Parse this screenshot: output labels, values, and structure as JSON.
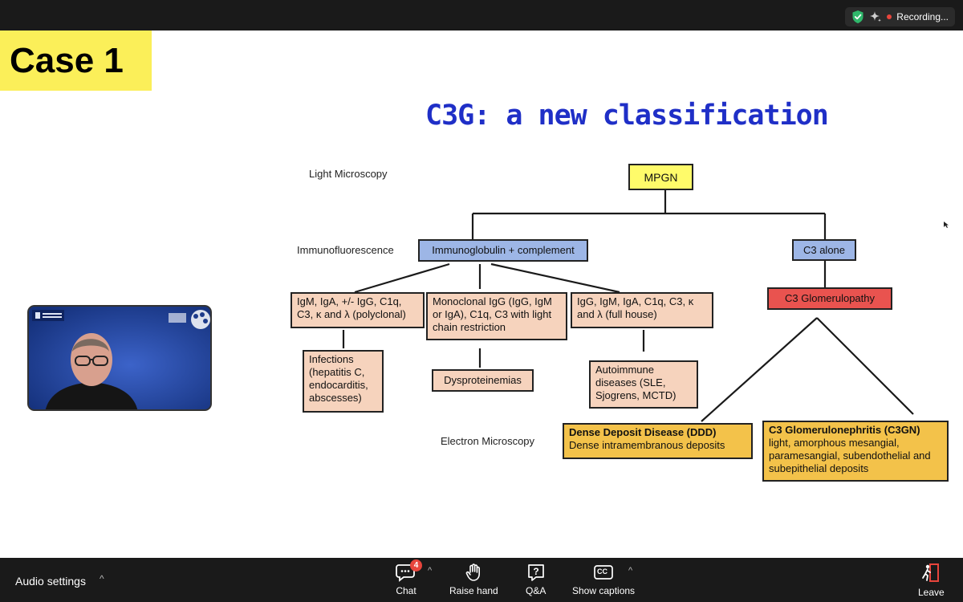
{
  "topbar": {
    "recording_text": "Recording...",
    "icons": [
      "shield-check-icon",
      "sparkle-icon",
      "recording-dot-icon"
    ],
    "colors": {
      "shield": "#2fb86b",
      "rec_dot": "#e8453c"
    }
  },
  "slide": {
    "case_label": "Case 1",
    "title": "C3G: a new classification",
    "levels": {
      "light": "Light Microscopy",
      "immuno": "Immunofluorescence",
      "electron": "Electron Microscopy"
    },
    "nodes": {
      "mpgn": "MPGN",
      "ig_complement": "Immunoglobulin + complement",
      "c3_alone": "C3 alone",
      "polyclonal": "IgM, IgA, +/- IgG, C1q, C3, κ and λ (polyclonal)",
      "monoclonal": "Monoclonal IgG (IgG, IgM or IgA), C1q, C3 with light chain restriction",
      "full_house": "IgG, IgM, IgA, C1q, C3, κ and λ (full house)",
      "c3_glomerulopathy": "C3 Glomerulopathy",
      "infections": "Infections (hepatitis C, endocarditis, abscesses)",
      "dysproteinemias": "Dysproteinemias",
      "autoimmune": "Autoimmune diseases (SLE, Sjogrens, MCTD)",
      "ddd_title": "Dense Deposit Disease (DDD)",
      "ddd_desc": "Dense intramembranous deposits",
      "c3gn_title": "C3 Glomerulonephritis (C3GN)",
      "c3gn_desc": "light, amorphous mesangial, paramesangial, subendothelial and subepithelial deposits"
    },
    "colors": {
      "title": "#1f2fc7",
      "case_label_bg": "#fbef59"
    }
  },
  "toolbar": {
    "audio_settings": "Audio settings",
    "chat": "Chat",
    "chat_badge": "4",
    "raise_hand": "Raise hand",
    "qa": "Q&A",
    "captions": "Show captions",
    "captions_icon_text": "CC",
    "leave": "Leave"
  }
}
